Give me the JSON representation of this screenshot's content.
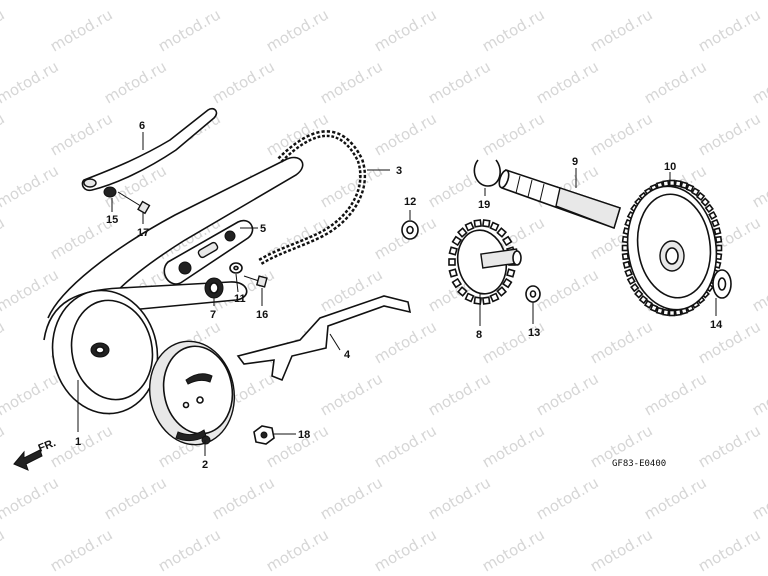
{
  "watermark": {
    "text": "motod.ru"
  },
  "diagram": {
    "code": "GF83-E0400",
    "direction_label": "FR.",
    "part_numbers": [
      "1",
      "2",
      "3",
      "4",
      "5",
      "6",
      "7",
      "8",
      "9",
      "10",
      "11",
      "12",
      "13",
      "14",
      "15",
      "16",
      "17",
      "18",
      "19"
    ]
  },
  "colors": {
    "line": "#111111",
    "watermark": "#c9c9c9",
    "background": "#ffffff"
  }
}
